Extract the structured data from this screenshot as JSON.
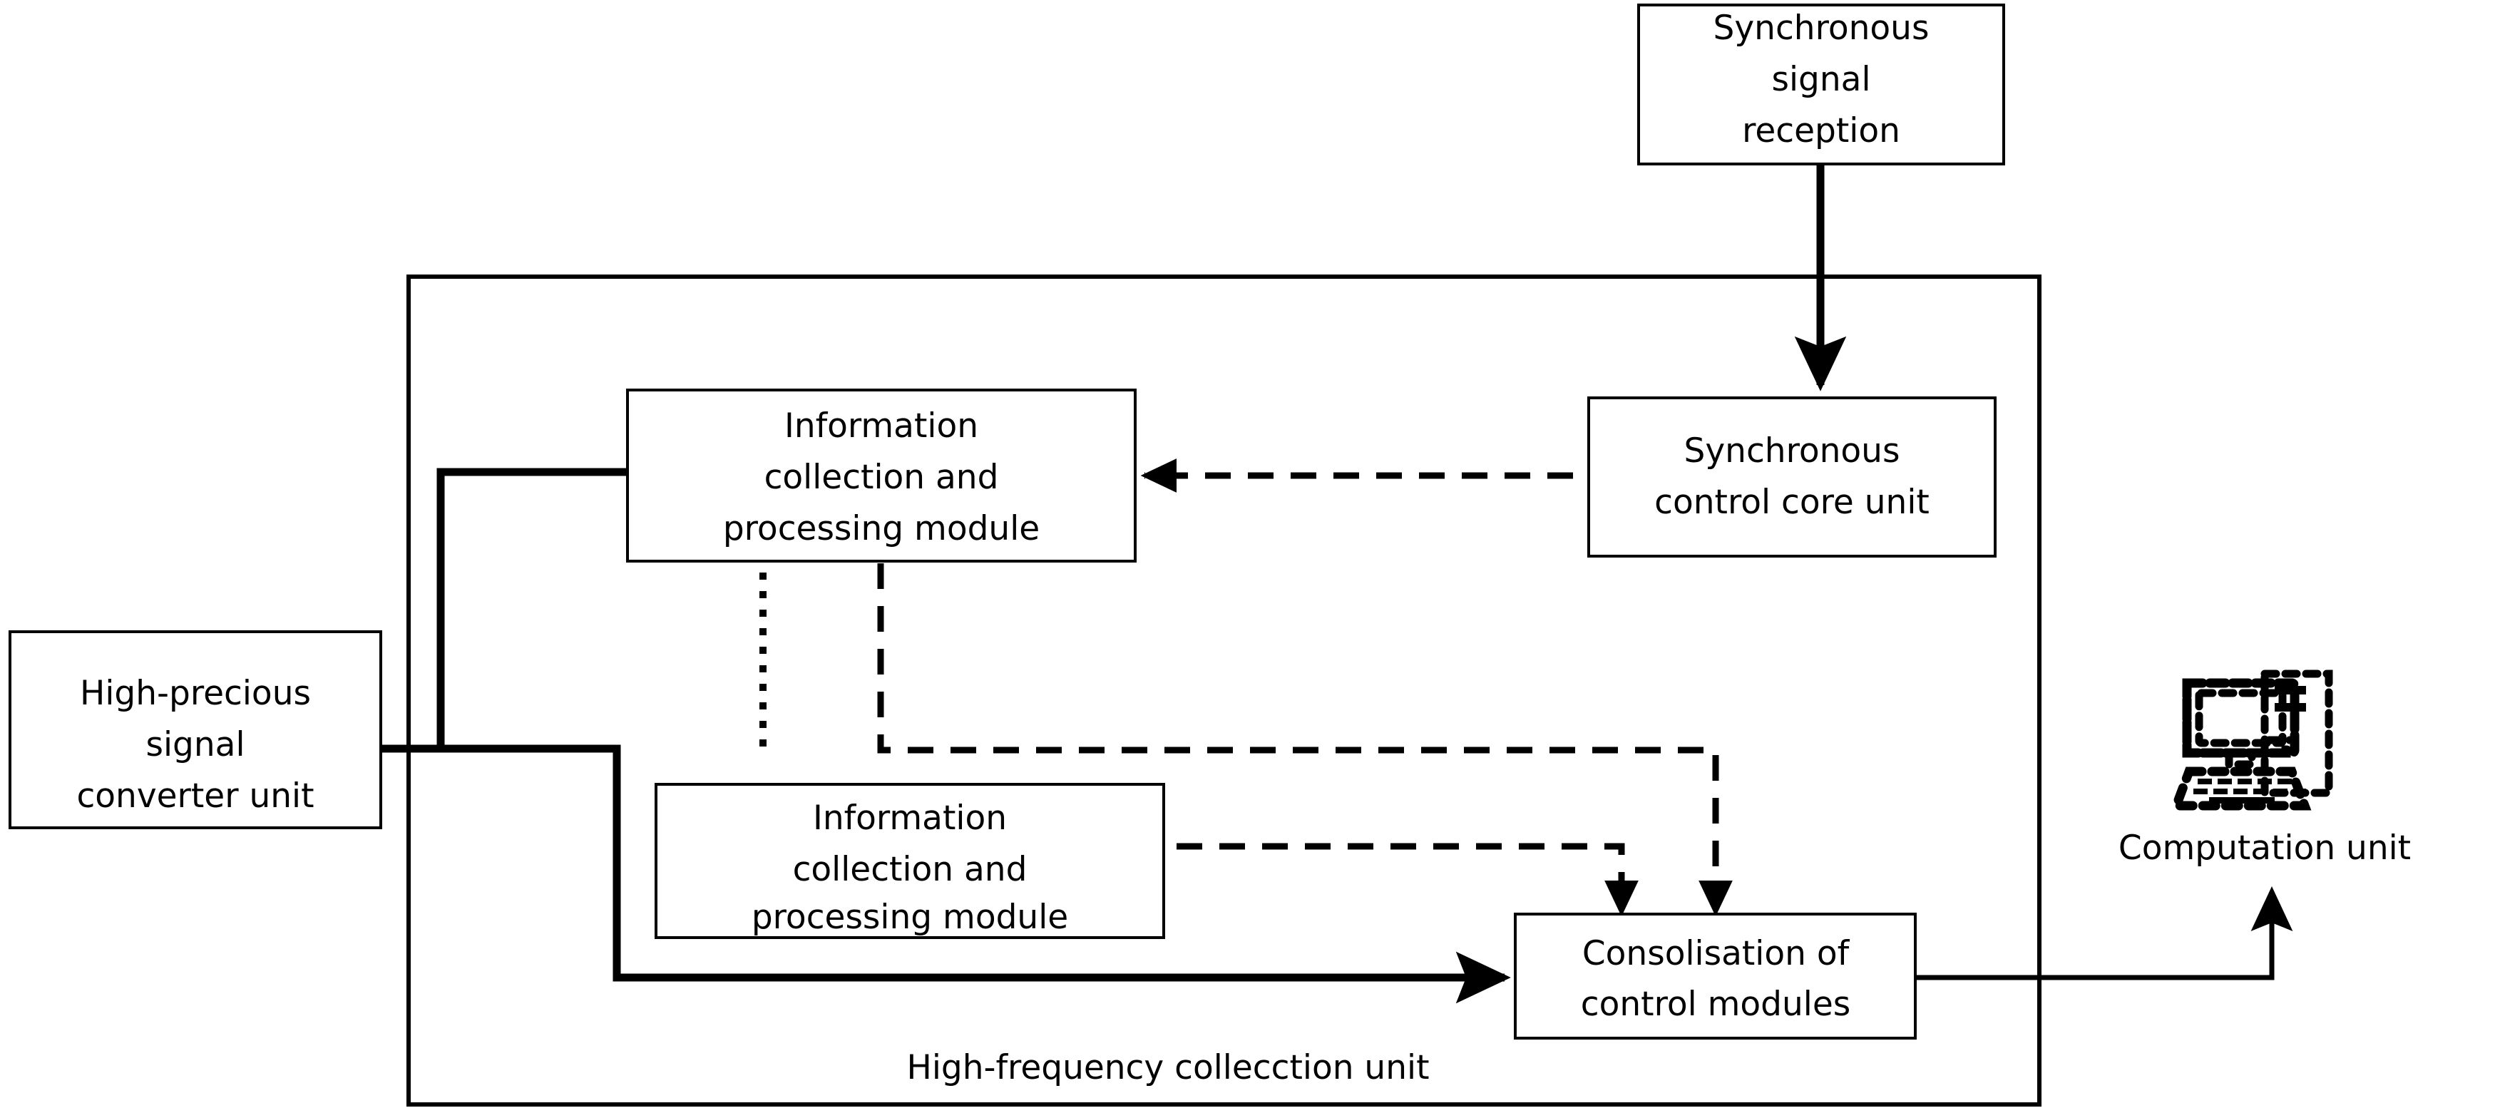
{
  "diagram": {
    "title_caption": "High-frequency collecction unit",
    "stroke_color": "#000000",
    "background_color": "#ffffff",
    "nodes": {
      "sync_signal_reception": {
        "lines": [
          "Synchronous",
          "signal",
          "reception"
        ]
      },
      "sync_control_core": {
        "lines": [
          "Synchronous",
          "control core unit"
        ]
      },
      "info_module_top": {
        "lines": [
          "Information",
          "collection and",
          "processing module"
        ]
      },
      "info_module_bottom": {
        "lines": [
          "Information",
          "collection and",
          "processing module"
        ]
      },
      "high_precious_converter": {
        "lines": [
          "High-precious",
          "signal",
          "converter unit"
        ]
      },
      "consolidation_control": {
        "lines": [
          "Consolisation of",
          "control modules"
        ]
      },
      "computation_unit": {
        "label": "Computation unit",
        "icon": "computer-monitor-icon"
      }
    },
    "connections": [
      {
        "name": "reception-to-core",
        "style": "solid",
        "arrow": "down"
      },
      {
        "name": "core-to-info-top",
        "style": "dashed",
        "arrow": "left"
      },
      {
        "name": "converter-to-info-top",
        "style": "solid",
        "arrow": "none"
      },
      {
        "name": "converter-to-consolidation",
        "style": "solid",
        "arrow": "right"
      },
      {
        "name": "info-top-to-info-bottom",
        "style": "dotted",
        "arrow": "none"
      },
      {
        "name": "info-top-to-consolidation",
        "style": "dashed",
        "arrow": "down"
      },
      {
        "name": "info-bottom-to-consolidation",
        "style": "dashed",
        "arrow": "down"
      },
      {
        "name": "consolidation-to-computation",
        "style": "solid",
        "arrow": "up"
      }
    ]
  }
}
